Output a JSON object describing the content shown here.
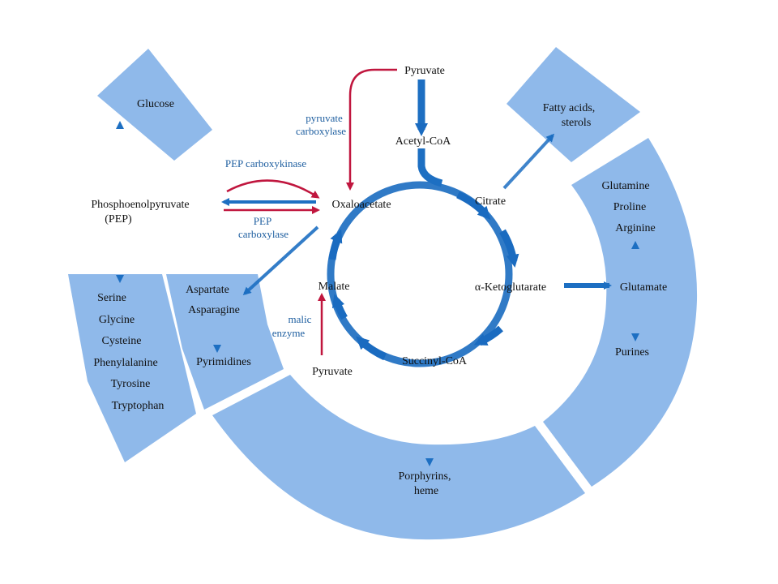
{
  "colors": {
    "region_fill": "#8fb9ea",
    "cycle_blue": "#1a6bc0",
    "arrow_blue": "#1d6fc2",
    "anaplerotic_red": "#c0163e",
    "enzyme_text": "#1f5fa0",
    "text": "#111111"
  },
  "labels": {
    "pyruvate_top": "Pyruvate",
    "acetyl_coa": "Acetyl-CoA",
    "citrate": "Citrate",
    "alpha_ketoglutarate": "α-Ketoglutarate",
    "succinyl_coa": "Succinyl-CoA",
    "malate": "Malate",
    "oxaloacetate": "Oxaloacetate",
    "pyruvate_bottom": "Pyruvate",
    "pep_line1": "Phosphoenolpyruvate",
    "pep_line2": "(PEP)",
    "glucose": "Glucose",
    "fatty_acids_line1": "Fatty acids,",
    "fatty_acids_line2": "sterols",
    "glutamine": "Glutamine",
    "proline": "Proline",
    "arginine": "Arginine",
    "glutamate": "Glutamate",
    "purines": "Purines",
    "porphyrins_line1": "Porphyrins,",
    "porphyrins_line2": "heme",
    "aspartate": "Aspartate",
    "asparagine": "Asparagine",
    "pyrimidines": "Pyrimidines",
    "serine": "Serine",
    "glycine": "Glycine",
    "cysteine": "Cysteine",
    "phenylalanine": "Phenylalanine",
    "tyrosine": "Tyrosine",
    "tryptophan": "Tryptophan"
  },
  "enzymes": {
    "pyruvate_carboxylase_line1": "pyruvate",
    "pyruvate_carboxylase_line2": "carboxylase",
    "pep_carboxykinase": "PEP carboxykinase",
    "pep_carboxylase_line1": "PEP",
    "pep_carboxylase_line2": "carboxylase",
    "malic_enzyme_line1": "malic",
    "malic_enzyme_line2": "enzyme"
  }
}
